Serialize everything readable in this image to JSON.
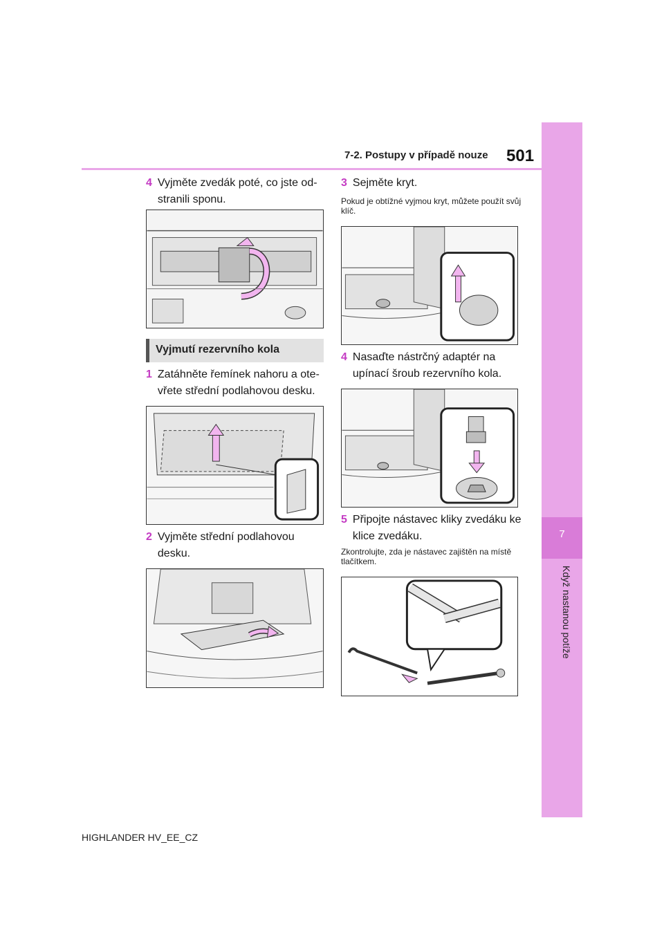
{
  "header": {
    "section": "7-2. Postupy v případě nouze",
    "page_number": "501"
  },
  "side_tab": {
    "chapter": "7",
    "label": "Když nastanou potíže"
  },
  "left_col": {
    "step4_num": "4",
    "step4_text": "Vyjměte zvedák poté, co jste od-stranili sponu.",
    "section_title": "Vyjmutí rezervního kola",
    "step1_num": "1",
    "step1_text": "Zatáhněte řemínek nahoru a ote-vřete střední podlahovou desku.",
    "step2_num": "2",
    "step2_text": "Vyjměte střední podlahovou desku."
  },
  "right_col": {
    "step3_num": "3",
    "step3_text": "Sejměte kryt.",
    "note3": "Pokud je obtížné vyjmou kryt, můžete použít svůj klíč.",
    "step4_num": "4",
    "step4_text": "Nasaďte nástrčný adaptér na upínací šroub rezervního kola.",
    "step5_num": "5",
    "step5_text": "Připojte nástavec kliky zvedáku ke klice zvedáku.",
    "note5": "Zkontrolujte, zda je nástavec zajištěn na místě tlačítkem."
  },
  "footer": {
    "model": "HIGHLANDER HV_EE_CZ"
  },
  "colors": {
    "accent": "#e9a6e8",
    "accent_dark": "#d97cd8",
    "step_number": "#c43bc3"
  }
}
